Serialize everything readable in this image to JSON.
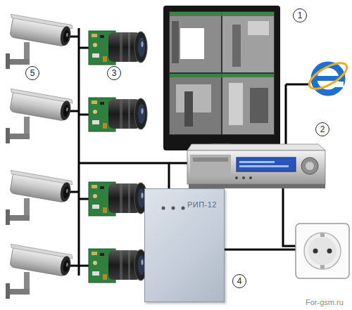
{
  "diagram": {
    "nodes": [
      {
        "text": [
          "РИП-12"
        ]
      }
    ],
    "labels": [
      "1",
      "2",
      "3",
      "4",
      "5",
      "For-gsm.ru"
    ]
  }
}
